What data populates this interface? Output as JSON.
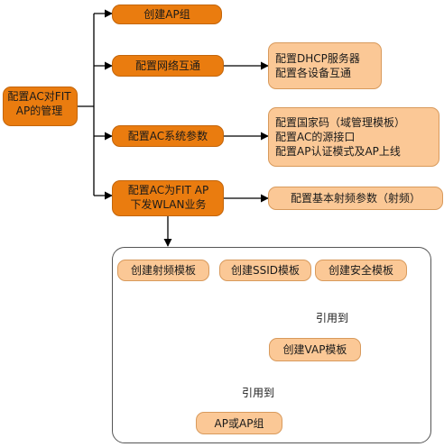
{
  "root": {
    "line1": "配置AC对FIT",
    "line2": "AP的管理"
  },
  "steps": {
    "create_ap_group": "创建AP组",
    "network": "配置网络互通",
    "system": "配置AC系统参数",
    "wlan_line1": "配置AC为FIT AP",
    "wlan_line2": "下发WLAN业务"
  },
  "details": {
    "network": [
      "配置DHCP服务器",
      "配置各设备互通"
    ],
    "system": [
      "配置国家码（域管理模板）",
      "配置AC的源接口",
      "配置AP认证模式及AP上线"
    ],
    "wlan": "配置基本射频参数（射频）"
  },
  "templates": {
    "radio": "创建射频模板",
    "ssid": "创建SSID模板",
    "security": "创建安全模板",
    "vap": "创建VAP模板",
    "target": "AP或AP组"
  },
  "labels": {
    "ref1": "引用到",
    "ref2": "引用到"
  },
  "colors": {
    "dark_fill": "#ea7c0f",
    "light_fill": "#fbc896",
    "line": "#000000"
  }
}
